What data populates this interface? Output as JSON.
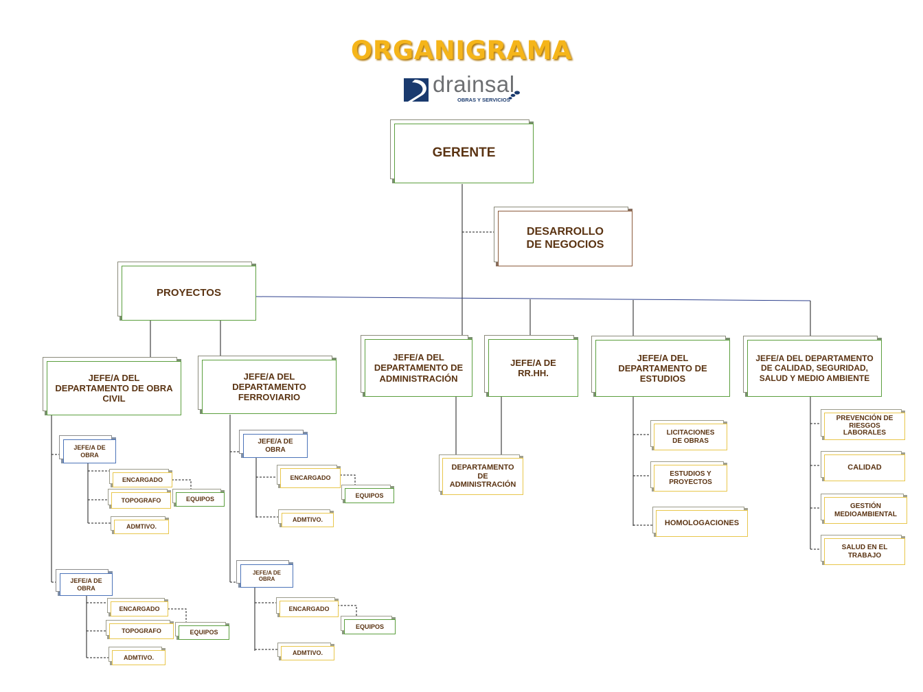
{
  "title": "ORGANIGRAMA",
  "logo": {
    "wordmark": "drainsal",
    "tagline": "OBRAS Y SERVICIOS"
  },
  "colors": {
    "title": "#f5b51a",
    "text": "#5a3312",
    "green_border": "#5a9e3c",
    "blue_border": "#4a72b8",
    "yellow_border": "#e8c64a",
    "line": "#1a1a1a",
    "blue_line": "#2c3f8c"
  },
  "nodes": {
    "gerente": "GERENTE",
    "desarrollo": "DESARROLLO DE NEGOCIOS",
    "proyectos": "PROYECTOS",
    "obra_civil": "JEFE/A DEL DEPARTAMENTO DE OBRA CIVIL",
    "ferroviario": "JEFE/A DEL DEPARTAMENTO FERROVIARIO",
    "administracion": "JEFE/A DEL DEPARTAMENTO DE ADMINISTRACIÓN",
    "rrhh": "JEFE/A DE RR.HH.",
    "estudios": "JEFE/A DEL DEPARTAMENTO DE ESTUDIOS",
    "calidad": "JEFE/A DEL DEPARTAMENTO DE CALIDAD, SEGURIDAD, SALUD Y MEDIO AMBIENTE",
    "dept_admin": "DEPARTAMENTO DE ADMINISTRACIÓN",
    "licitaciones": "LICITACIONES DE OBRAS",
    "estudios_proyectos": "ESTUDIOS Y PROYECTOS",
    "homologaciones": "HOMOLOGACIONES",
    "prevencion": "PREVENCIÓN DE RIESGOS LABORALES",
    "calidad_sub": "CALIDAD",
    "gestion": "GESTIÓN MEDIOAMBIENTAL",
    "salud": "SALUD EN EL TRABAJO"
  },
  "crew": {
    "jefe_obra": "JEFE/A DE OBRA",
    "encargado": "ENCARGADO",
    "topografo": "TOPOGRAFO",
    "equipos": "EQUIPOS",
    "admtivo": "ADMTIVO."
  }
}
